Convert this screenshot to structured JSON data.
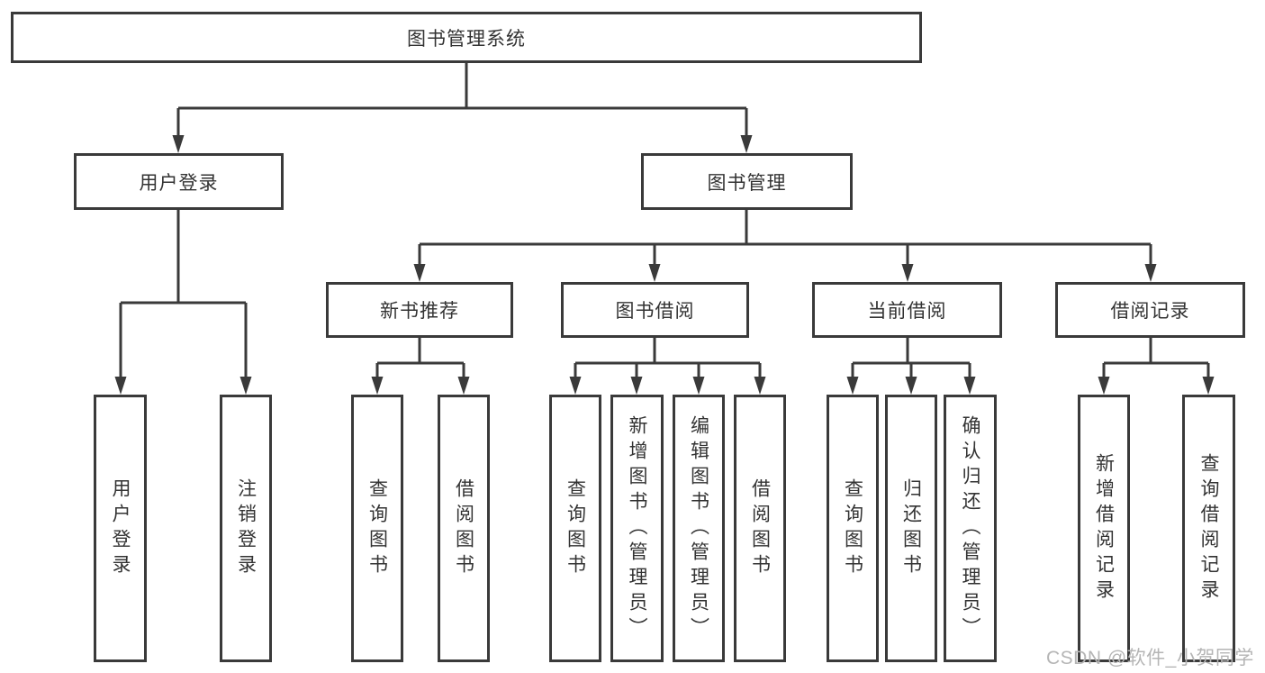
{
  "diagram": {
    "root": "图书管理系统",
    "level2": {
      "user_login": "用户登录",
      "book_mgmt": "图书管理"
    },
    "level3": [
      "新书推荐",
      "图书借阅",
      "当前借阅",
      "借阅记录"
    ],
    "leaves": {
      "user_login": [
        "用户登录",
        "注销登录"
      ],
      "new_book": [
        "查询图书",
        "借阅图书"
      ],
      "book_borrow": [
        "查询图书",
        "新增图书（管理员）",
        "编辑图书（管理员）",
        "借阅图书"
      ],
      "current_borrow": [
        "查询图书",
        "归还图书",
        "确认归还（管理员）"
      ],
      "borrow_record": [
        "新增借阅记录",
        "查询借阅记录"
      ]
    }
  },
  "watermark": "CSDN @软件_小贺同学",
  "colors": {
    "line": "#3a3a3a",
    "box_border": "#3a3a3a",
    "text": "#333333",
    "watermark": "#b5b5b5",
    "background": "#ffffff"
  }
}
